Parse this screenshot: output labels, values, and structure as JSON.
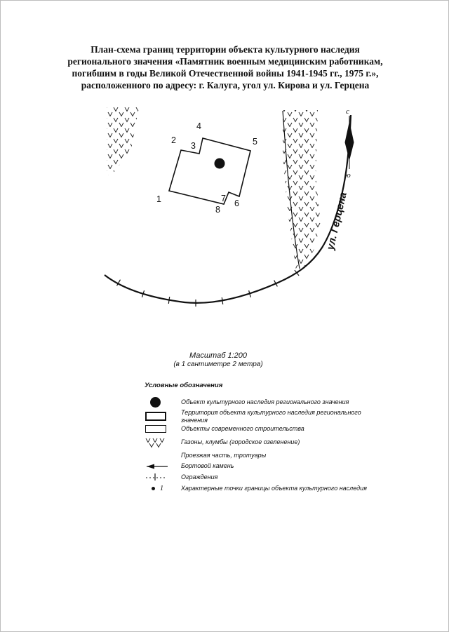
{
  "colors": {
    "ink": "#111111",
    "paper": "#ffffff"
  },
  "title": {
    "lines": [
      "План-схема границ территории объекта культурного наследия",
      "регионального значения «Памятник военным медицинским работникам,",
      "погибшим в годы Великой Отечественной войны 1941-1945 гг., 1975 г.»,",
      "расположенного по адресу: г. Калуга, угол ул. Кирова и ул. Герцена"
    ]
  },
  "map": {
    "north_label": "с",
    "south_label": "ю",
    "street_label": "ул. Герцена",
    "point_labels": [
      "1",
      "2",
      "3",
      "4",
      "5",
      "6",
      "7",
      "8"
    ]
  },
  "scale": {
    "line1": "Масштаб 1:200",
    "line2": "(в 1 сантиметре 2 метра)"
  },
  "legend": {
    "header": "Условные обозначения",
    "boundary_point_number": "1",
    "items": [
      {
        "symbol": "monument-circle",
        "label": "Объект культурного наследия регионального значения"
      },
      {
        "symbol": "territory-rect",
        "label": "Территория объекта культурного наследия регионального значения"
      },
      {
        "symbol": "construction-rect",
        "label": "Объекты современного строительства"
      },
      {
        "symbol": "lawn-pattern",
        "label": "Газоны, клумбы (городское озеленение)"
      },
      {
        "symbol": "none",
        "label": "Проезжая часть, тротуары"
      },
      {
        "symbol": "curb-arrow",
        "label": "Бортовой камень"
      },
      {
        "symbol": "fence-line",
        "label": "Ограждения"
      },
      {
        "symbol": "boundary-point",
        "label": "Характерные точки границы объекта культурного наследия"
      }
    ]
  }
}
